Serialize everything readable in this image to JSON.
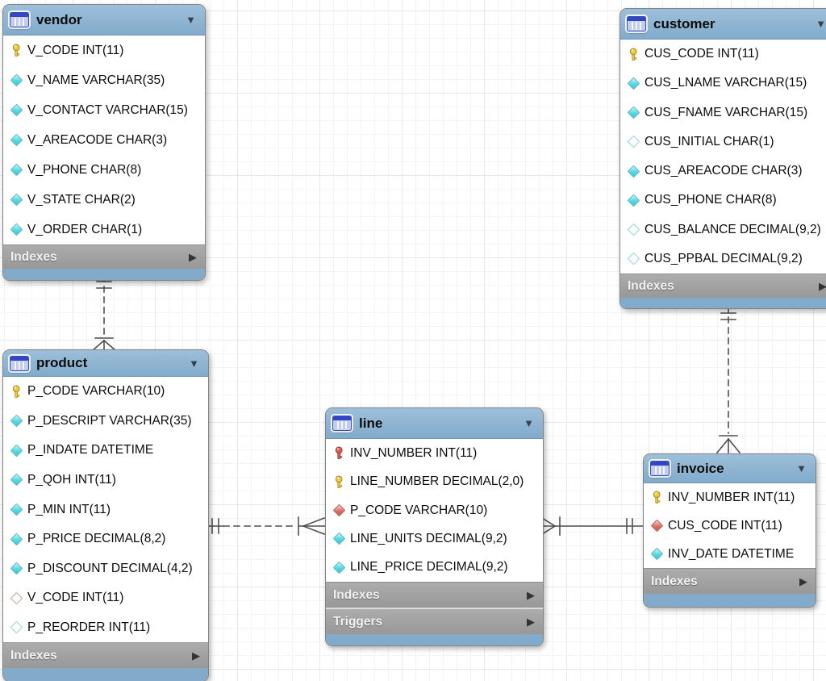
{
  "icons": {
    "collapse": "▼",
    "expand": "▶"
  },
  "colors": {
    "header_blue": "#82abcb",
    "header_blue_light": "#9dbfda",
    "footer_gray": "#989898",
    "footer_gray_light": "#acacac",
    "line_color": "#4e4e4e",
    "key_yellow": "#f0cb42",
    "key_yellow_stroke": "#a8861e",
    "key_red": "#e06158",
    "key_red_stroke": "#97332c",
    "diamond_cyan": "#55d8e2",
    "diamond_red": "#d96a60"
  },
  "tables": [
    {
      "name": "vendor",
      "footers": [
        "Indexes"
      ],
      "columns": [
        {
          "icon": "key-yellow",
          "label": "V_CODE INT(11)"
        },
        {
          "icon": "diamond-cyan",
          "label": "V_NAME VARCHAR(35)"
        },
        {
          "icon": "diamond-cyan",
          "label": "V_CONTACT VARCHAR(15)"
        },
        {
          "icon": "diamond-cyan",
          "label": "V_AREACODE CHAR(3)"
        },
        {
          "icon": "diamond-cyan",
          "label": "V_PHONE CHAR(8)"
        },
        {
          "icon": "diamond-cyan",
          "label": "V_STATE CHAR(2)"
        },
        {
          "icon": "diamond-cyan",
          "label": "V_ORDER CHAR(1)"
        }
      ]
    },
    {
      "name": "customer",
      "footers": [
        "Indexes"
      ],
      "columns": [
        {
          "icon": "key-yellow",
          "label": "CUS_CODE INT(11)"
        },
        {
          "icon": "diamond-cyan",
          "label": "CUS_LNAME VARCHAR(15)"
        },
        {
          "icon": "diamond-cyan",
          "label": "CUS_FNAME VARCHAR(15)"
        },
        {
          "icon": "diamond-cyan-hollow",
          "label": "CUS_INITIAL CHAR(1)"
        },
        {
          "icon": "diamond-cyan",
          "label": "CUS_AREACODE CHAR(3)"
        },
        {
          "icon": "diamond-cyan",
          "label": "CUS_PHONE CHAR(8)"
        },
        {
          "icon": "diamond-cyan-hollow",
          "label": "CUS_BALANCE DECIMAL(9,2)"
        },
        {
          "icon": "diamond-cyan-hollow",
          "label": "CUS_PPBAL DECIMAL(9,2)"
        }
      ]
    },
    {
      "name": "product",
      "footers": [
        "Indexes"
      ],
      "columns": [
        {
          "icon": "key-yellow",
          "label": "P_CODE VARCHAR(10)"
        },
        {
          "icon": "diamond-cyan",
          "label": "P_DESCRIPT VARCHAR(35)"
        },
        {
          "icon": "diamond-cyan",
          "label": "P_INDATE DATETIME"
        },
        {
          "icon": "diamond-cyan",
          "label": "P_QOH INT(11)"
        },
        {
          "icon": "diamond-cyan",
          "label": "P_MIN INT(11)"
        },
        {
          "icon": "diamond-cyan",
          "label": "P_PRICE DECIMAL(8,2)"
        },
        {
          "icon": "diamond-cyan",
          "label": "P_DISCOUNT DECIMAL(4,2)"
        },
        {
          "icon": "diamond-red-hollow",
          "label": "V_CODE INT(11)"
        },
        {
          "icon": "diamond-cyan-hollow",
          "label": "P_REORDER INT(11)"
        }
      ]
    },
    {
      "name": "line",
      "footers": [
        "Indexes",
        "Triggers"
      ],
      "columns": [
        {
          "icon": "key-red",
          "label": "INV_NUMBER INT(11)"
        },
        {
          "icon": "key-yellow",
          "label": "LINE_NUMBER DECIMAL(2,0)"
        },
        {
          "icon": "diamond-red",
          "label": "P_CODE VARCHAR(10)"
        },
        {
          "icon": "diamond-cyan",
          "label": "LINE_UNITS DECIMAL(9,2)"
        },
        {
          "icon": "diamond-cyan",
          "label": "LINE_PRICE DECIMAL(9,2)"
        }
      ]
    },
    {
      "name": "invoice",
      "footers": [
        "Indexes"
      ],
      "columns": [
        {
          "icon": "key-yellow",
          "label": "INV_NUMBER INT(11)"
        },
        {
          "icon": "diamond-red",
          "label": "CUS_CODE INT(11)"
        },
        {
          "icon": "diamond-cyan",
          "label": "INV_DATE DATETIME"
        }
      ]
    }
  ],
  "relationships": [
    {
      "from": "vendor",
      "to": "product",
      "from_cardinality": "one-and-only-one",
      "to_cardinality": "many",
      "line_style": "dashed",
      "type": "non-identifying"
    },
    {
      "from": "customer",
      "to": "invoice",
      "from_cardinality": "one-and-only-one",
      "to_cardinality": "many",
      "line_style": "dashed",
      "type": "non-identifying"
    },
    {
      "from": "product",
      "to": "line",
      "from_cardinality": "one-and-only-one",
      "to_cardinality": "many",
      "line_style": "dashed",
      "type": "non-identifying"
    },
    {
      "from": "invoice",
      "to": "line",
      "from_cardinality": "one-and-only-one",
      "to_cardinality": "many",
      "line_style": "solid",
      "type": "identifying"
    }
  ]
}
